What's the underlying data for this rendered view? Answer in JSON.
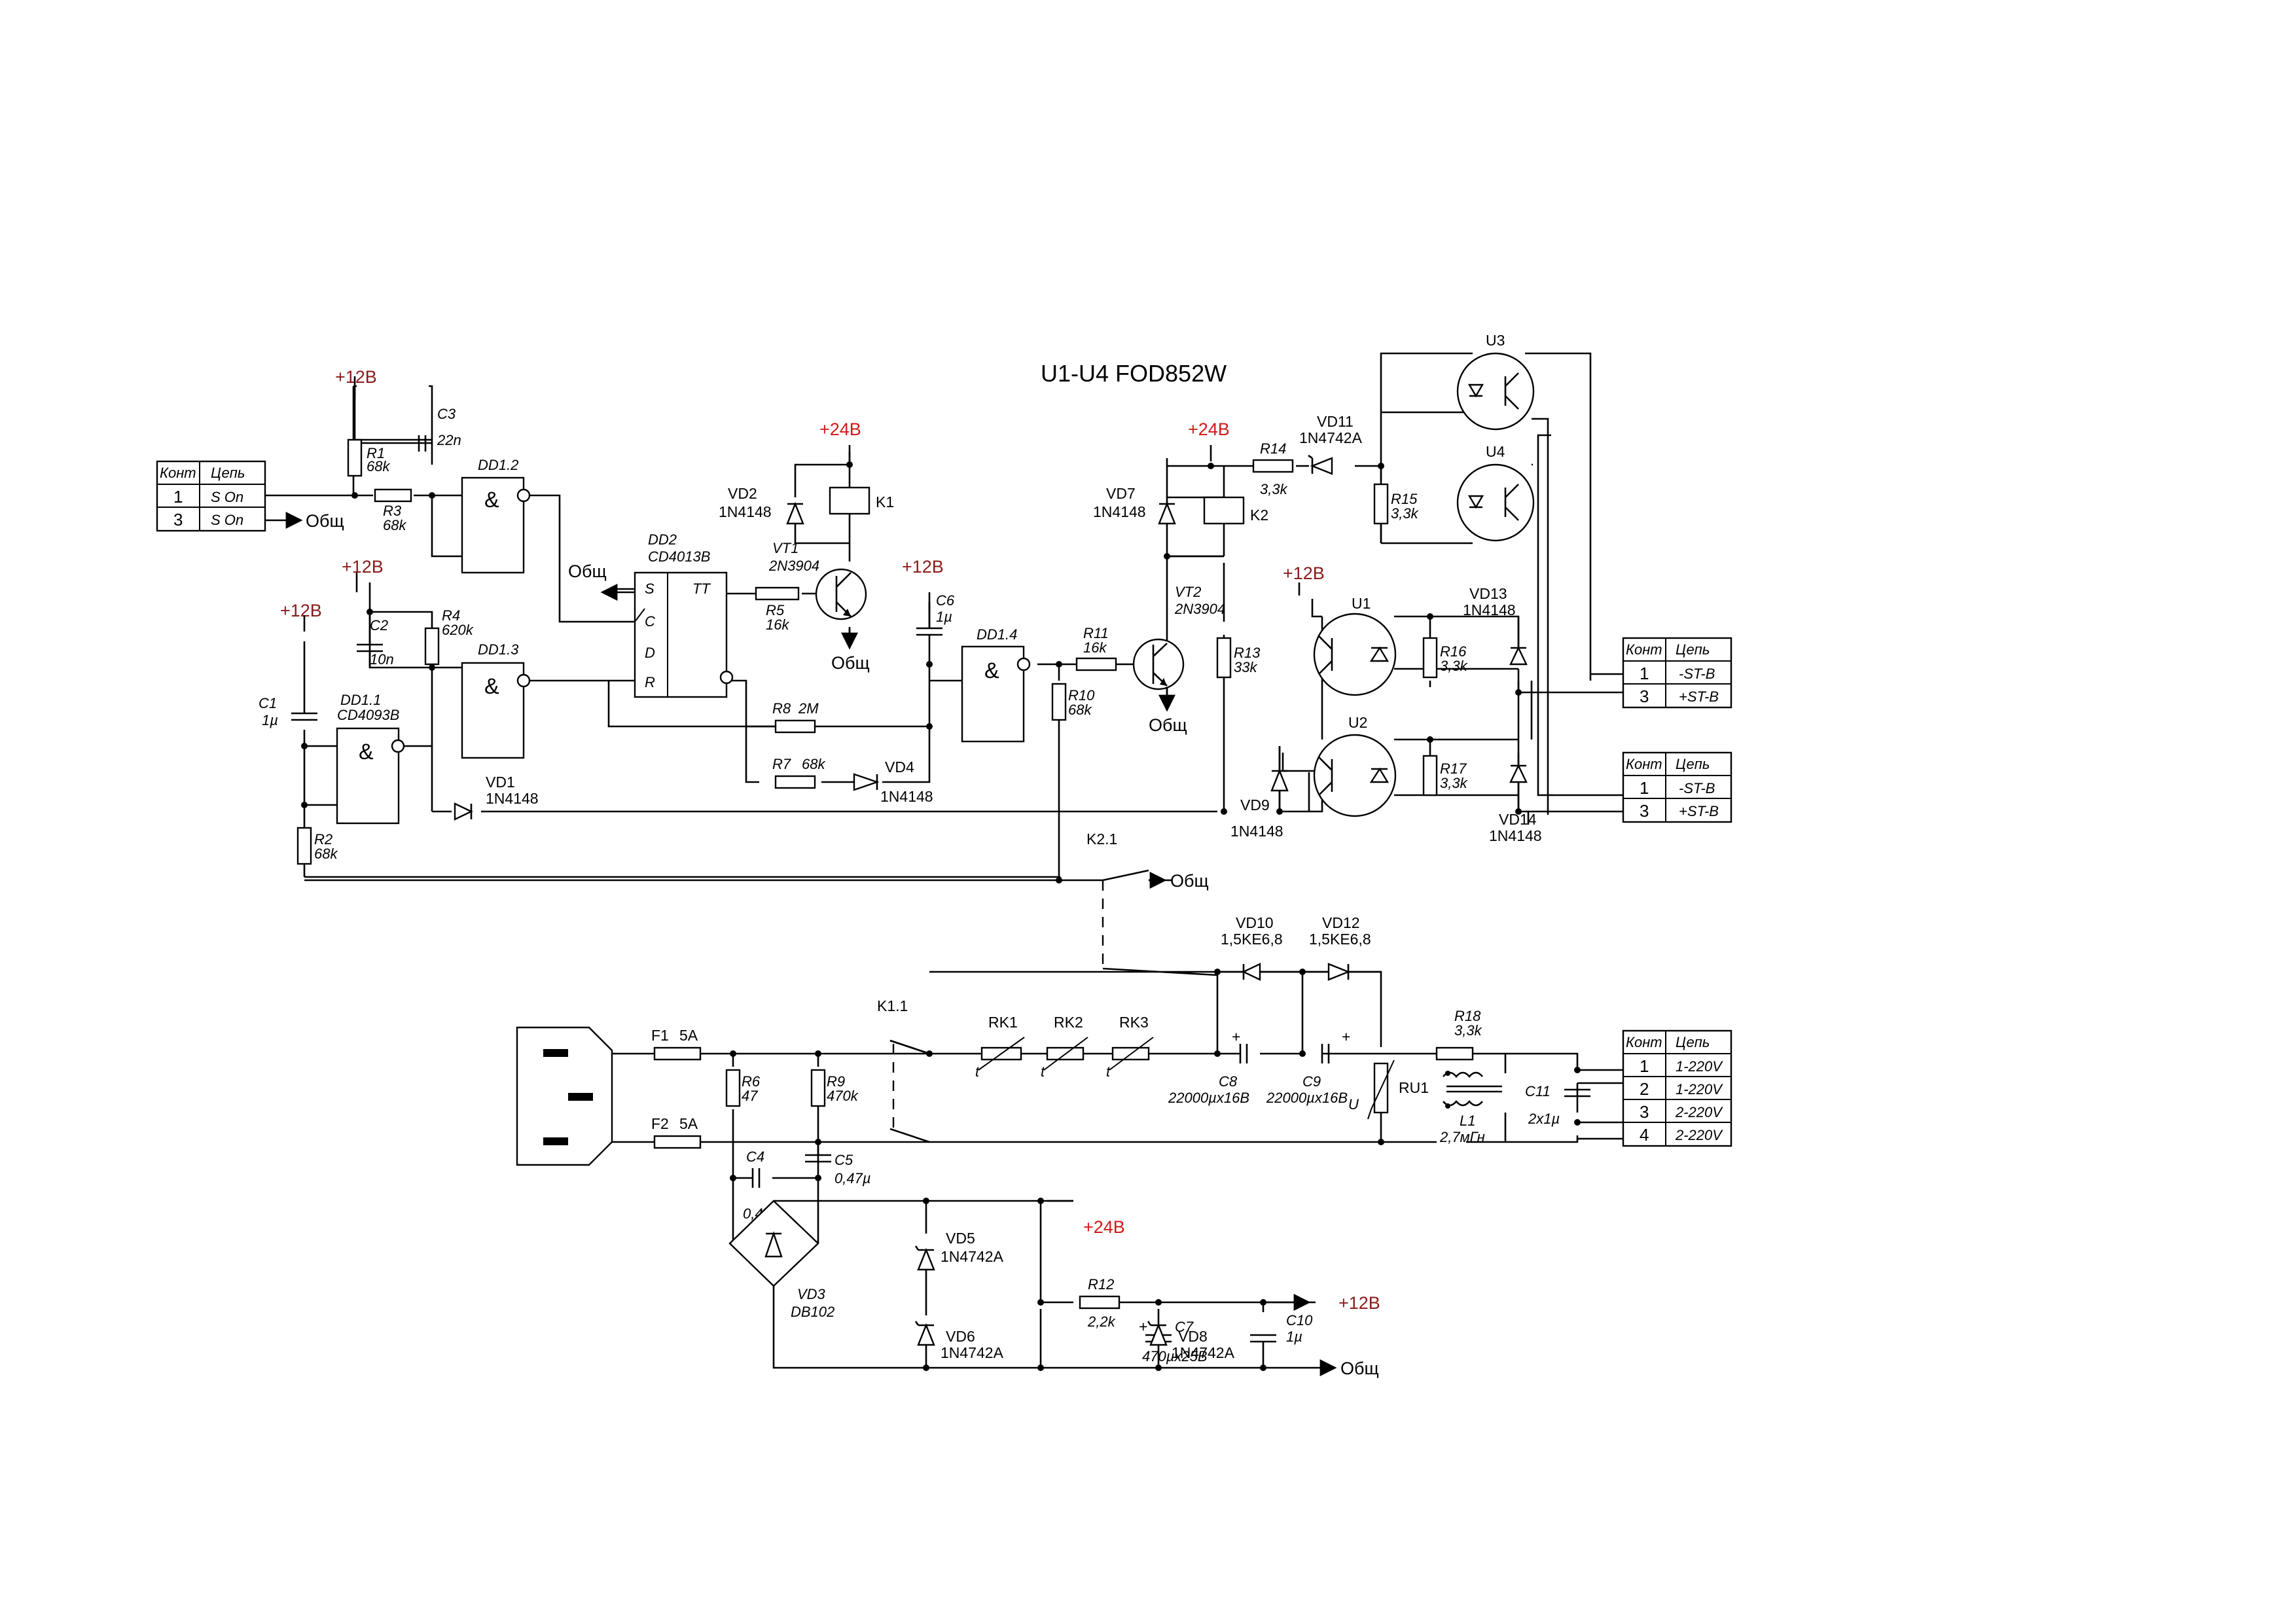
{
  "title": "U1-U4 FOD852W",
  "power": {
    "p12": "+12В",
    "p24": "+24В",
    "gnd": "Общ"
  },
  "colors": {
    "p12": "#8b1a1a",
    "p24": "#d11a1a",
    "wire": "#000000"
  },
  "tables": {
    "header": {
      "contact": "Конт",
      "circuit": "Цепь"
    },
    "son": [
      {
        "n": "1",
        "c": "S On"
      },
      {
        "n": "3",
        "c": "S On"
      }
    ],
    "stb1": [
      {
        "n": "1",
        "c": "-ST-B"
      },
      {
        "n": "3",
        "c": "+ST-B"
      }
    ],
    "stb2": [
      {
        "n": "1",
        "c": "-ST-B"
      },
      {
        "n": "3",
        "c": "+ST-B"
      }
    ],
    "mains": [
      {
        "n": "1",
        "c": "1-220V"
      },
      {
        "n": "2",
        "c": "1-220V"
      },
      {
        "n": "3",
        "c": "2-220V"
      },
      {
        "n": "4",
        "c": "2-220V"
      }
    ]
  },
  "logic": {
    "and": "&",
    "tt": "TT",
    "s": "S",
    "c": "C",
    "d": "D",
    "r": "R"
  },
  "components": {
    "R1": {
      "ref": "R1",
      "val": "68k"
    },
    "R2": {
      "ref": "R2",
      "val": "68k"
    },
    "R3": {
      "ref": "R3",
      "val": "68k"
    },
    "R4": {
      "ref": "R4",
      "val": "620k"
    },
    "R5": {
      "ref": "R5",
      "val": "16k"
    },
    "R6": {
      "ref": "R6",
      "val": "47"
    },
    "R7": {
      "ref": "R7",
      "val": "68k"
    },
    "R8": {
      "ref": "R8",
      "val": "2M"
    },
    "R9": {
      "ref": "R9",
      "val": "470k"
    },
    "R10": {
      "ref": "R10",
      "val": "68k"
    },
    "R11": {
      "ref": "R11",
      "val": "16k"
    },
    "R12": {
      "ref": "R12",
      "val": "2,2k"
    },
    "R13": {
      "ref": "R13",
      "val": "33k"
    },
    "R14": {
      "ref": "R14",
      "val": "3,3k"
    },
    "R15": {
      "ref": "R15",
      "val": "3,3k"
    },
    "R16": {
      "ref": "R16",
      "val": "3,3k"
    },
    "R17": {
      "ref": "R17",
      "val": "3,3k"
    },
    "R18": {
      "ref": "R18",
      "val": "3,3k"
    },
    "C1": {
      "ref": "C1",
      "val": "1µ"
    },
    "C2": {
      "ref": "C2",
      "val": "10n"
    },
    "C3": {
      "ref": "C3",
      "val": "22n"
    },
    "C4": {
      "ref": "C4",
      "val": "0,47µ"
    },
    "C5": {
      "ref": "C5",
      "val": "0,47µ"
    },
    "C6": {
      "ref": "C6",
      "val": "1µ"
    },
    "C7": {
      "ref": "C7",
      "val": "470µx25B"
    },
    "C8": {
      "ref": "C8",
      "val": "22000µx16B"
    },
    "C9": {
      "ref": "C9",
      "val": "22000µx16B"
    },
    "C10": {
      "ref": "C10",
      "val": "1µ"
    },
    "C11": {
      "ref": "C11",
      "val": "2x1µ"
    },
    "DD1_1": {
      "ref": "DD1.1",
      "val": "CD4093B"
    },
    "DD1_2": {
      "ref": "DD1.2"
    },
    "DD1_3": {
      "ref": "DD1.3"
    },
    "DD1_4": {
      "ref": "DD1.4"
    },
    "DD2": {
      "ref": "DD2",
      "val": "CD4013B"
    },
    "VT1": {
      "ref": "VT1",
      "val": "2N3904"
    },
    "VT2": {
      "ref": "VT2",
      "val": "2N3904"
    },
    "VD1": {
      "ref": "VD1",
      "val": "1N4148"
    },
    "VD2": {
      "ref": "VD2",
      "val": "1N4148"
    },
    "VD3": {
      "ref": "VD3",
      "val": "DB102"
    },
    "VD4": {
      "ref": "VD4",
      "val": "1N4148"
    },
    "VD5": {
      "ref": "VD5",
      "val": "1N4742A"
    },
    "VD6": {
      "ref": "VD6",
      "val": "1N4742A"
    },
    "VD7": {
      "ref": "VD7",
      "val": "1N4148"
    },
    "VD8": {
      "ref": "VD8",
      "val": "1N4742A"
    },
    "VD9": {
      "ref": "VD9",
      "val": "1N4148"
    },
    "VD10": {
      "ref": "VD10",
      "val": "1,5KE6,8"
    },
    "VD11": {
      "ref": "VD11",
      "val": "1N4742A"
    },
    "VD12": {
      "ref": "VD12",
      "val": "1,5KE6,8"
    },
    "VD13": {
      "ref": "VD13",
      "val": "1N4148"
    },
    "VD14": {
      "ref": "VD14",
      "val": "1N4148"
    },
    "K1": {
      "ref": "K1"
    },
    "K2": {
      "ref": "K2"
    },
    "K1_1": {
      "ref": "K1.1"
    },
    "K2_1": {
      "ref": "K2.1"
    },
    "RK1": {
      "ref": "RK1",
      "sym": "t"
    },
    "RK2": {
      "ref": "RK2",
      "sym": "t"
    },
    "RK3": {
      "ref": "RK3",
      "sym": "t"
    },
    "RU1": {
      "ref": "RU1",
      "sym": "U"
    },
    "L1": {
      "ref": "L1",
      "val": "2,7мГн"
    },
    "F1": {
      "ref": "F1",
      "val": "5A"
    },
    "F2": {
      "ref": "F2",
      "val": "5A"
    },
    "U1": {
      "ref": "U1"
    },
    "U2": {
      "ref": "U2"
    },
    "U3": {
      "ref": "U3"
    },
    "U4": {
      "ref": "U4"
    }
  }
}
